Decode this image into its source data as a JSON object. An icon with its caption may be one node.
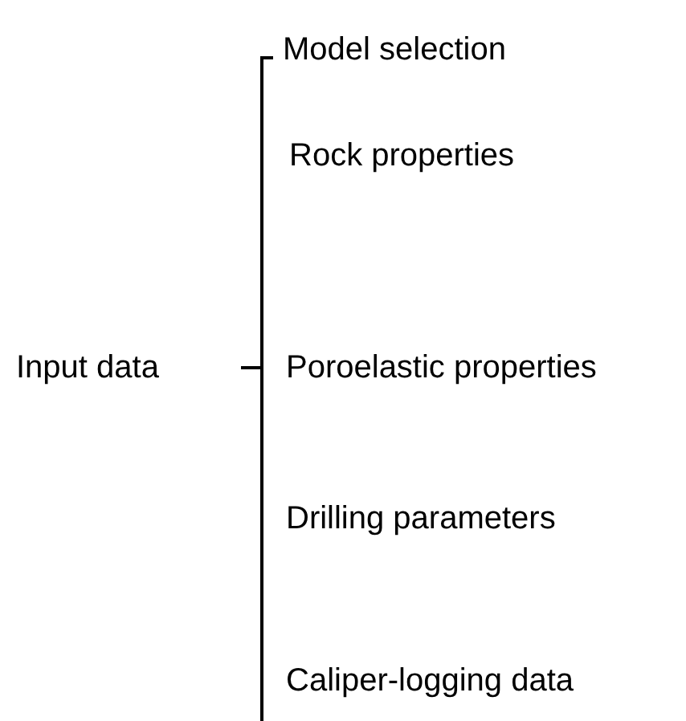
{
  "diagram": {
    "labels": [
      "Model selection",
      "Rock properties",
      "Input data",
      "Poroelastic properties",
      "Drilling parameters",
      "Caliper-logging data"
    ]
  }
}
